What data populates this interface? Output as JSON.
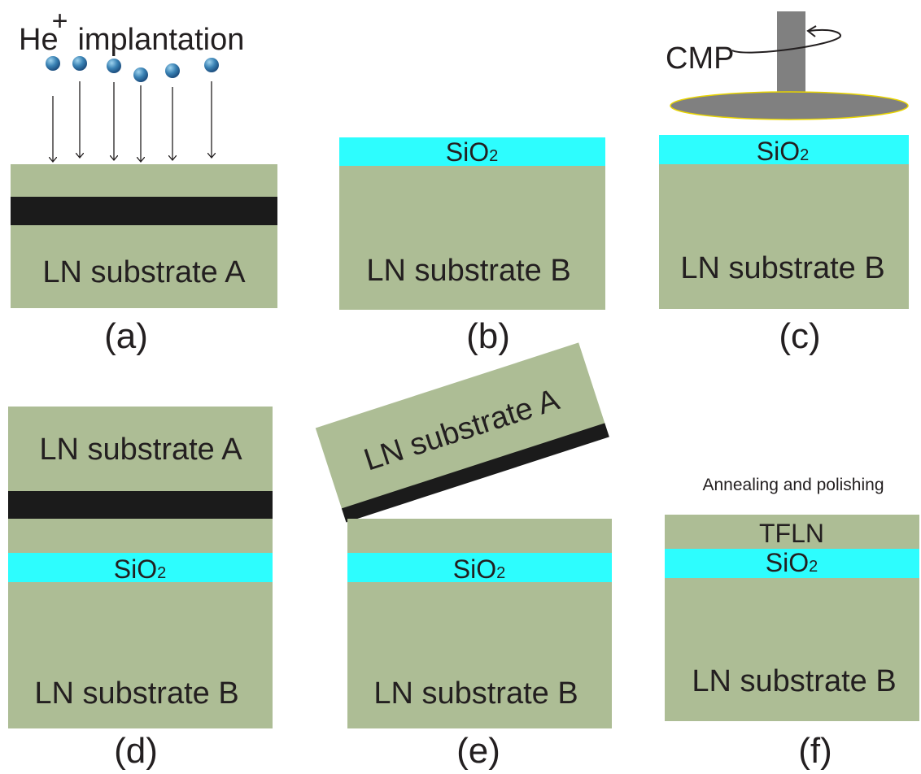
{
  "colors": {
    "ln": "#adbd95",
    "sio2": "#2dfdfe",
    "damage": "#1b1b1b",
    "ion": "#3a82b4",
    "tool": "#808080",
    "tool_edge": "#e8d400",
    "text": "#231f20"
  },
  "panels": {
    "a": {
      "caption": "(a)",
      "title_prefix": "He",
      "title_sup": "+",
      "title_suffix": "implantation",
      "substrate": "LN substrate A"
    },
    "b": {
      "caption": "(b)",
      "oxide": "SiO",
      "oxide_sub": "2",
      "substrate": "LN substrate B"
    },
    "c": {
      "caption": "(c)",
      "process": "CMP",
      "oxide": "SiO",
      "oxide_sub": "2",
      "substrate": "LN substrate B"
    },
    "d": {
      "caption": "(d)",
      "top_substrate": "LN substrate A",
      "oxide": "SiO",
      "oxide_sub": "2",
      "substrate": "LN substrate B"
    },
    "e": {
      "caption": "(e)",
      "top_substrate": "LN substrate A",
      "oxide": "SiO",
      "oxide_sub": "2",
      "substrate": "LN substrate B"
    },
    "f": {
      "caption": "(f)",
      "process": "Annealing and polishing",
      "film": "TFLN",
      "oxide": "SiO",
      "oxide_sub": "2",
      "substrate": "LN substrate B"
    }
  }
}
